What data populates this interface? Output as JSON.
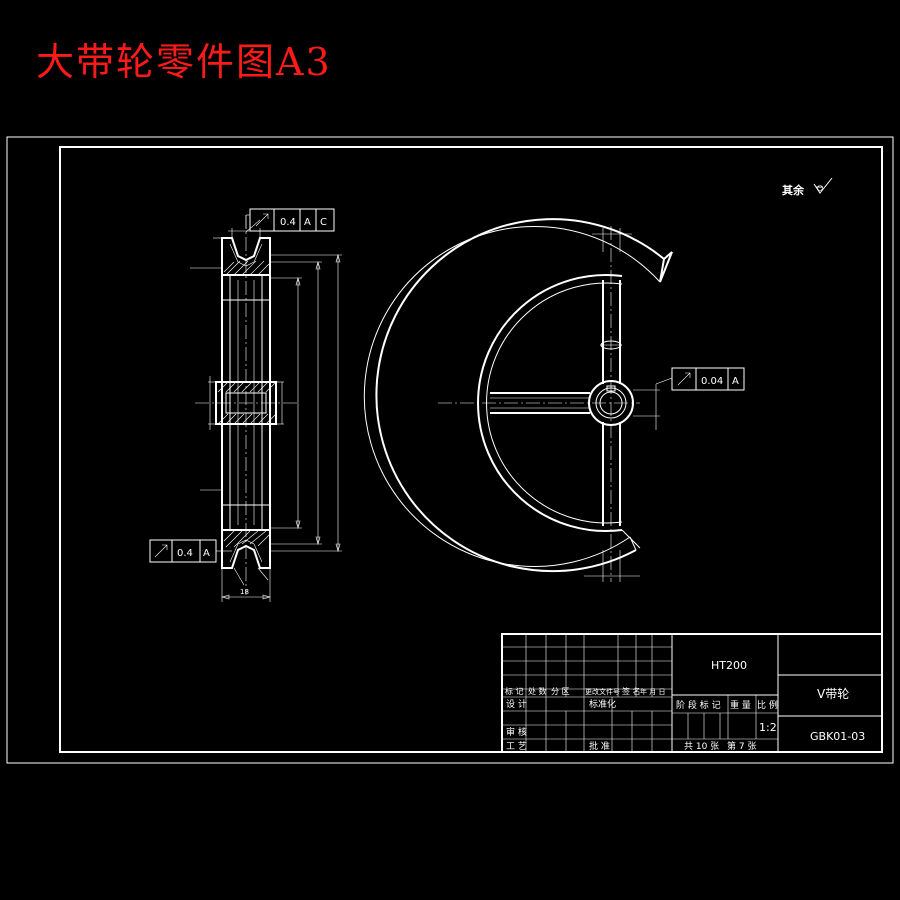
{
  "title": "大带轮零件图A3",
  "roughness_note": "其余",
  "tolerance_frames": {
    "top": {
      "value": "0.4",
      "datum1": "A",
      "datum2": "C"
    },
    "right": {
      "value": "0.04",
      "datum1": "A"
    },
    "bottom": {
      "value": "0.4",
      "datum1": "A"
    }
  },
  "section_view": {
    "dim_overall_width": "18"
  },
  "title_block": {
    "material": "HT200",
    "part_name": "V带轮",
    "drawing_no": "GBK01-03",
    "scale": "1:2",
    "sheet_total": "共 10 张",
    "sheet_no": "第 7 张",
    "rev_headers": [
      "标 记",
      "处 数",
      "分 区",
      "更改文件号",
      "签 名",
      "年 月 日"
    ],
    "design_label": "设 计",
    "standardize_label": "标准化",
    "check_label": "审 核",
    "process_label": "工 艺",
    "approve_label": "批 准",
    "stage_mark_label": "阶 段 标 记",
    "weight_label": "重 量",
    "scale_label": "比 例"
  }
}
